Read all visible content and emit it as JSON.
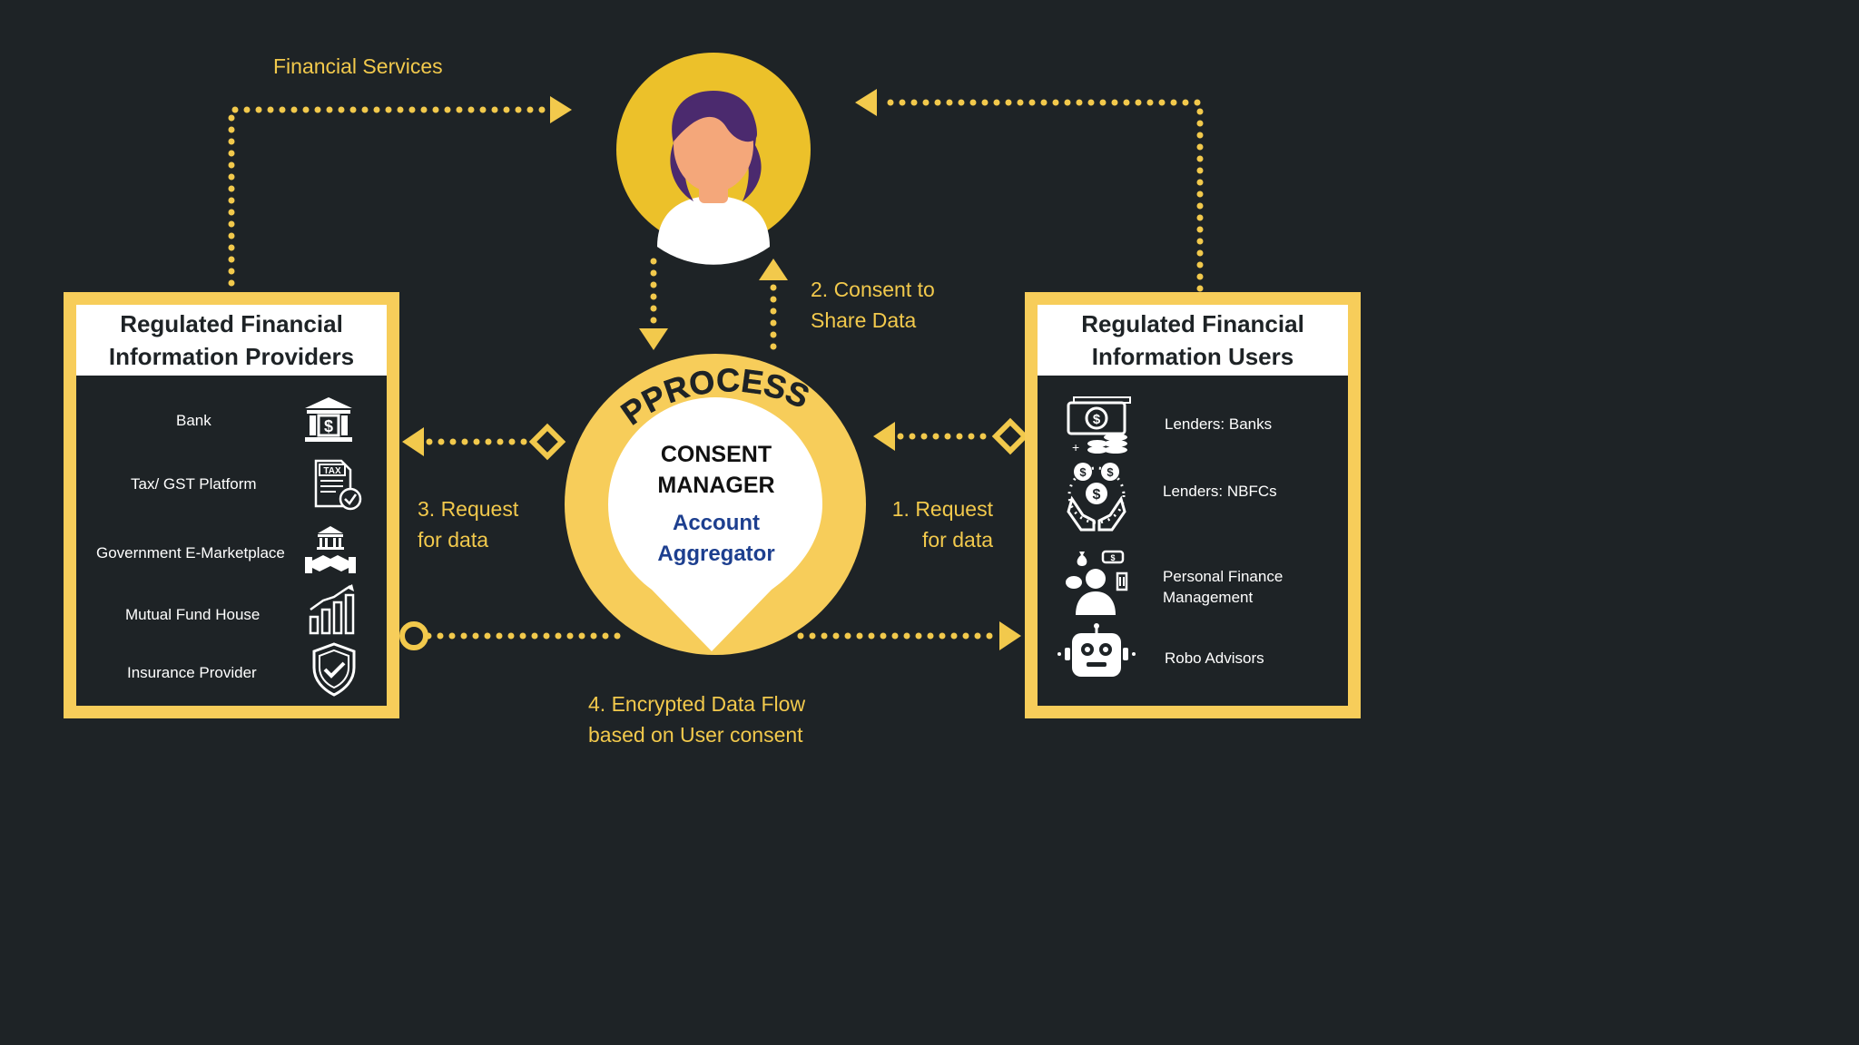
{
  "financial_services_label": "Financial Services",
  "consent_label": "2. Consent to\nShare Data",
  "request_left_label": "3. Request\nfor data",
  "request_right_label": "1. Request\nfor data",
  "encrypted_label": "4. Encrypted Data Flow\nbased on User consent",
  "process_label": "PPROCESS",
  "consent_manager": {
    "title": "CONSENT\nMANAGER",
    "subtitle": "Account\nAggregator"
  },
  "providers": {
    "title": "Regulated Financial\nInformation Providers",
    "items": [
      {
        "label": "Bank",
        "icon": "bank-icon"
      },
      {
        "label": "Tax/ GST Platform",
        "icon": "tax-document-icon"
      },
      {
        "label": "Government E-Marketplace",
        "icon": "government-handshake-icon"
      },
      {
        "label": "Mutual Fund House",
        "icon": "growth-chart-icon"
      },
      {
        "label": "Insurance Provider",
        "icon": "shield-check-icon"
      }
    ]
  },
  "users": {
    "title": "Regulated Financial\nInformation Users",
    "items": [
      {
        "label": "Lenders: Banks",
        "icon": "cash-coins-icon"
      },
      {
        "label": "Lenders: NBFCs",
        "icon": "hands-money-icon"
      },
      {
        "label": "Personal Finance\nManagement",
        "icon": "person-finance-icon"
      },
      {
        "label": "Robo Advisors",
        "icon": "robot-icon"
      }
    ]
  },
  "colors": {
    "background": "#1e2326",
    "accent": "#f7cd5a",
    "dots": "#f2c94c",
    "avatar_bg": "#ecc12a",
    "hair": "#4b2a6e",
    "skin": "#f4a77a",
    "aggregator_text": "#1d3f8f"
  }
}
